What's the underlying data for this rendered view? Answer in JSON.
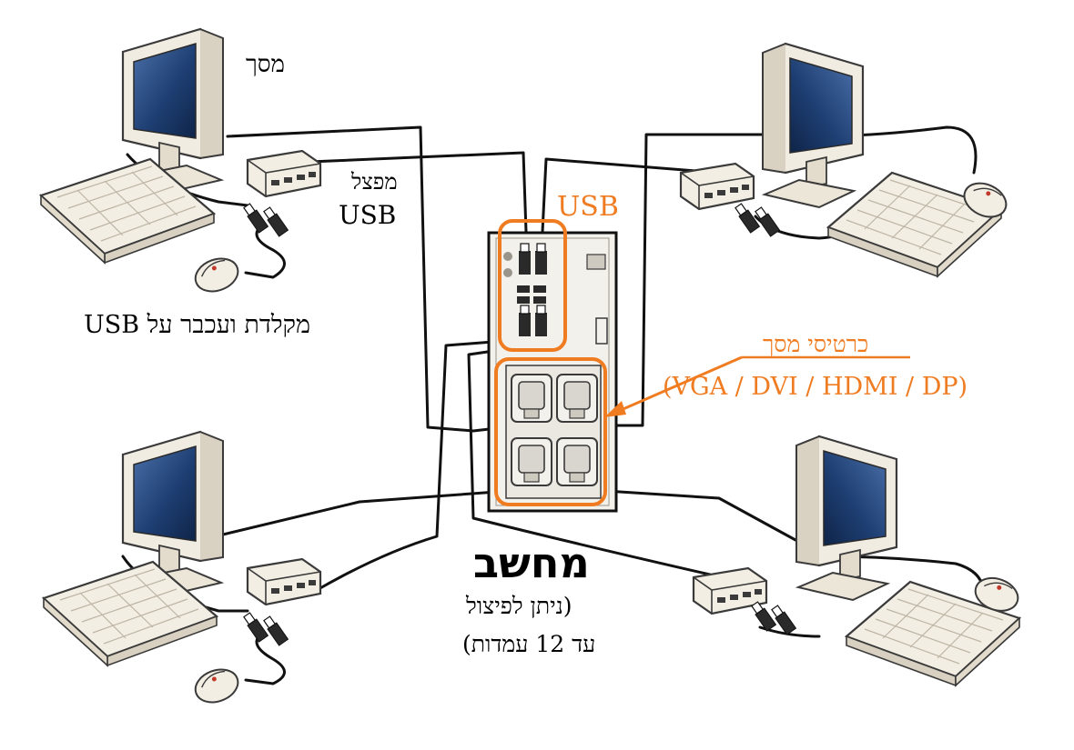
{
  "labels": {
    "monitor": "מסך",
    "usb_hub_line1": "מפצל",
    "usb_hub_line2": "USB",
    "keyboard_mouse": "מקלדת ועכבר על USB",
    "usb_ports": "USB",
    "video_cards_line1": "כרטיסי מסך",
    "video_cards_line2": "(VGA / DVI / HDMI / DP)",
    "computer_title": "מחשב",
    "computer_note_line1": "(ניתן לפיצול",
    "computer_note_line2": "עד 12 עמדות)"
  },
  "colors": {
    "accent": "#f07c22",
    "cable": "#111111",
    "device_fill": "#f1ece2",
    "device_stroke": "#3a3a3a",
    "screen": "#1e3f73",
    "case": "#f3f1ec"
  },
  "stations": [
    {
      "id": "top-left"
    },
    {
      "id": "top-right"
    },
    {
      "id": "bottom-left"
    },
    {
      "id": "bottom-right"
    }
  ]
}
